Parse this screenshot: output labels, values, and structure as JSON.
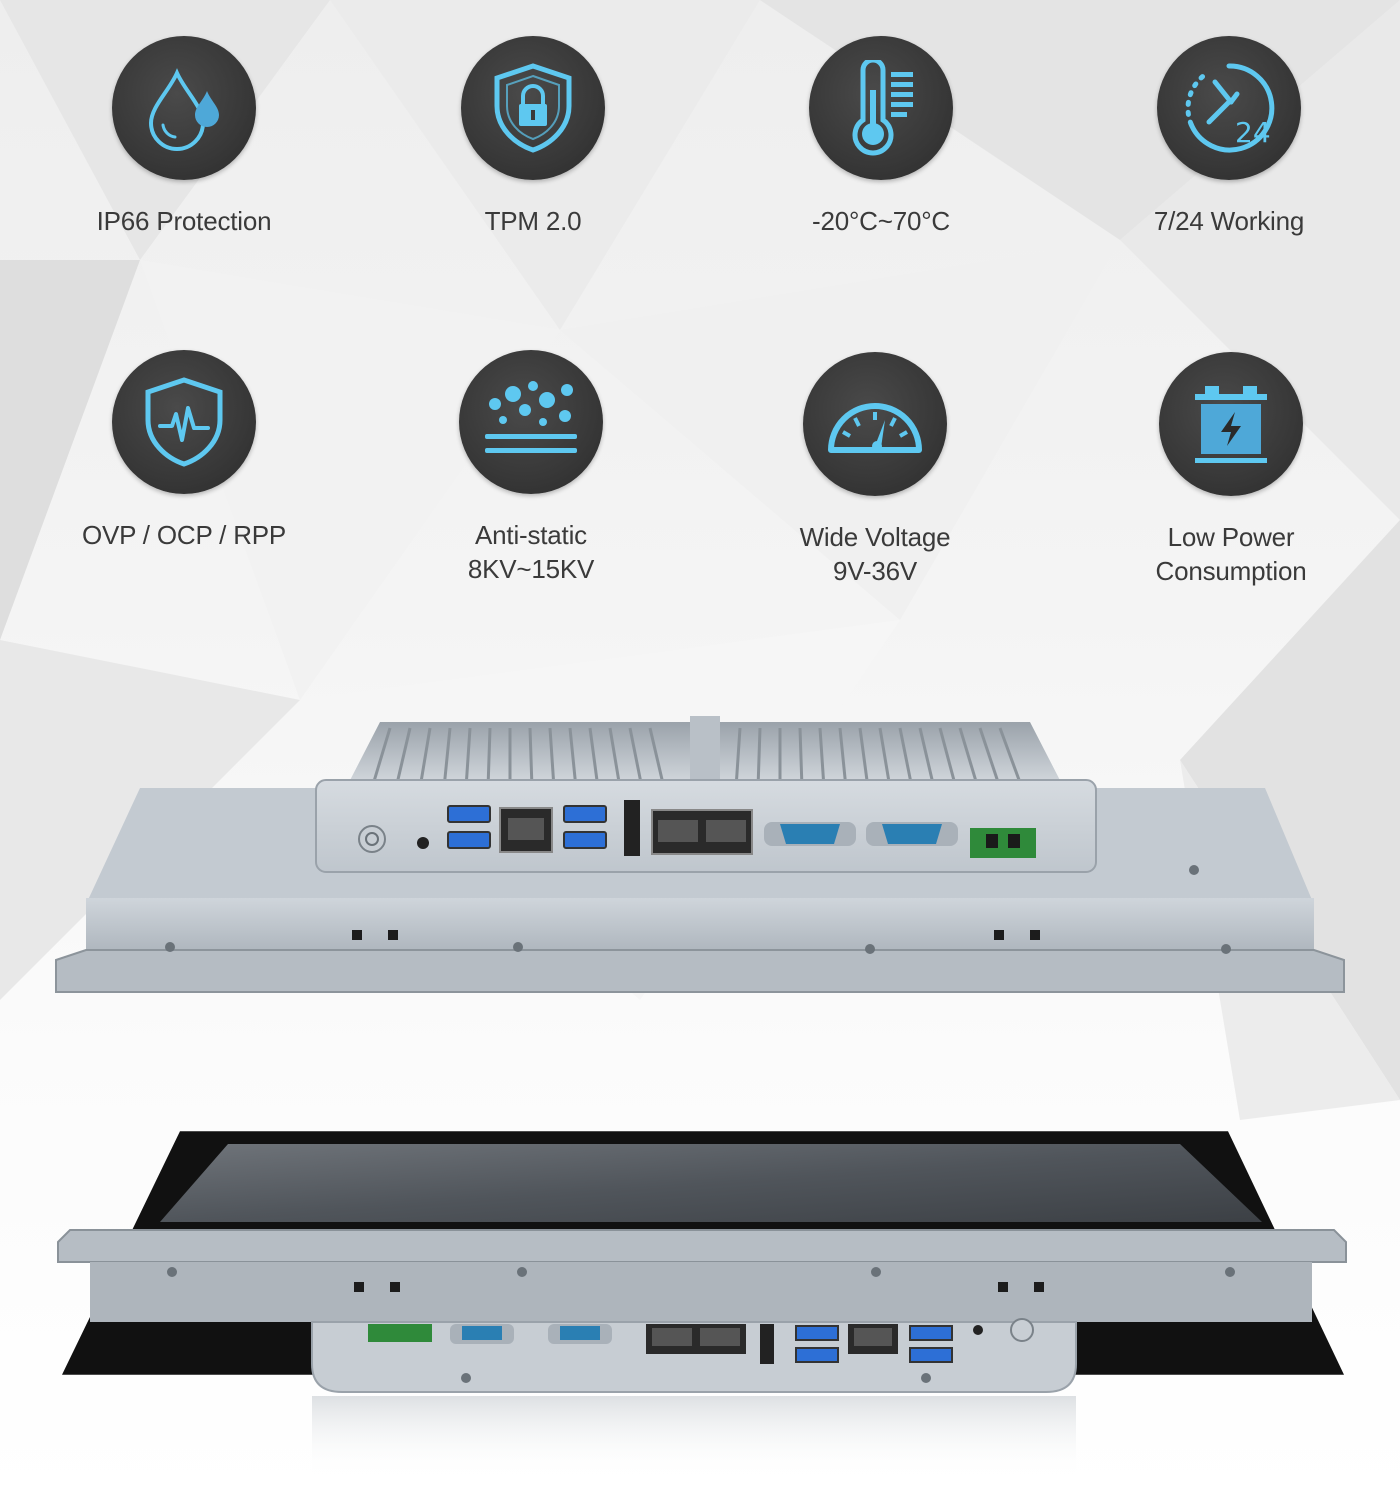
{
  "features": [
    {
      "label": "IP66 Protection",
      "icon": "water-drop-icon"
    },
    {
      "label": "TPM 2.0",
      "icon": "shield-lock-icon"
    },
    {
      "label": "-20°C~70°C",
      "icon": "thermometer-icon"
    },
    {
      "label": "7/24 Working",
      "icon": "clock-24-icon"
    },
    {
      "label": "OVP / OCP / RPP",
      "icon": "shield-pulse-icon"
    },
    {
      "label": "Anti-static\n8KV~15KV",
      "icon": "static-particles-icon"
    },
    {
      "label": "Wide Voltage\n9V-36V",
      "icon": "gauge-icon"
    },
    {
      "label": "Low Power\nConsumption",
      "icon": "battery-bolt-icon"
    }
  ],
  "colors": {
    "icon_accent": "#5ec8f0",
    "disc": "#3a3a3a",
    "text": "#3a3a3a",
    "chassis": "#b8c0c8",
    "serial_port": "#2a7fb3",
    "usb": "#2d6fd6",
    "terminal": "#2f8a3a"
  }
}
